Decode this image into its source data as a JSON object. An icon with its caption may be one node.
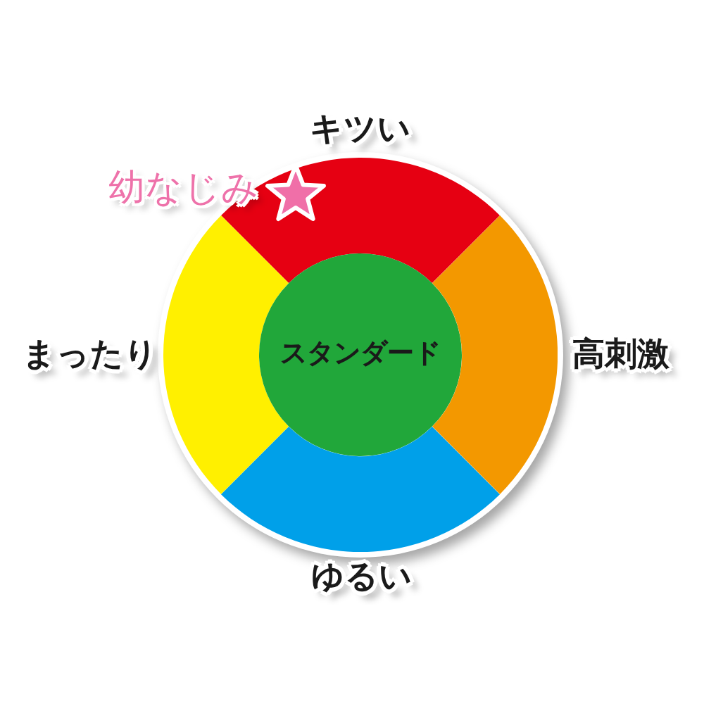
{
  "diagram": {
    "nodes": [
      {
        "text": [
          "キツい"
        ]
      },
      {
        "text": [
          "まったり"
        ]
      },
      {
        "text": [
          "スタンダード"
        ]
      },
      {
        "text": [
          "高刺激"
        ]
      },
      {
        "text": [
          "ゆるい"
        ]
      }
    ],
    "labels": [
      "幼なじみ"
    ]
  }
}
